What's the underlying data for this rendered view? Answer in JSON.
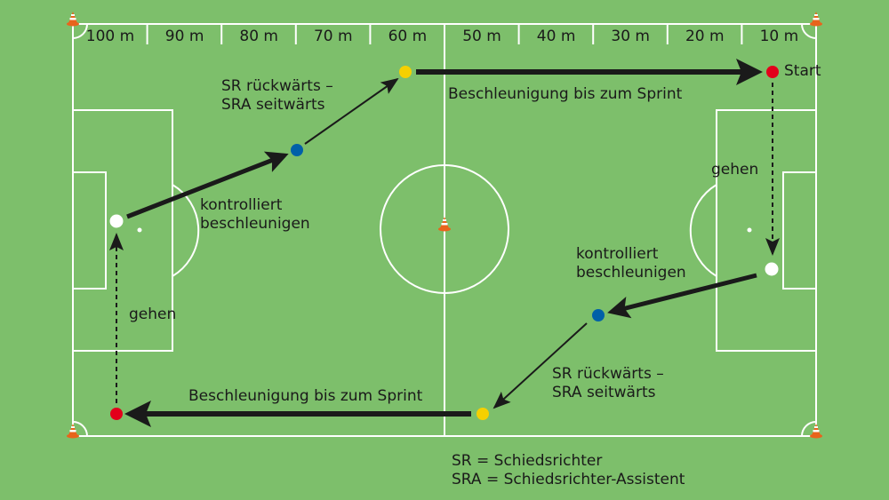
{
  "distance_labels": [
    "100 m",
    "90 m",
    "80 m",
    "70 m",
    "60 m",
    "50 m",
    "40 m",
    "30 m",
    "20 m",
    "10 m"
  ],
  "labels": {
    "start": "Start",
    "top_sprint": "Beschleunigung bis zum Sprint",
    "top_backward_1": "SR rückwärts –",
    "top_backward_2": "SRA seitwärts",
    "left_accel_1": "kontrolliert",
    "left_accel_2": "beschleunigen",
    "right_walk": "gehen",
    "right_accel_1": "kontrolliert",
    "right_accel_2": "beschleunigen",
    "bottom_backward_1": "SR rückwärts –",
    "bottom_backward_2": "SRA seitwärts",
    "bottom_sprint": "Beschleunigung bis zum Sprint",
    "left_walk": "gehen"
  },
  "legend": {
    "sr": "SR = Schiedsrichter",
    "sra": "SRA = Schiedsrichter-Assistent"
  },
  "colors": {
    "field": "#7dbf6b",
    "red": "#e3001b",
    "blue": "#0060a8",
    "yellow": "#f5d000",
    "white": "#ffffff",
    "arrow": "#1a1a1a",
    "cone": "#e8641c"
  }
}
